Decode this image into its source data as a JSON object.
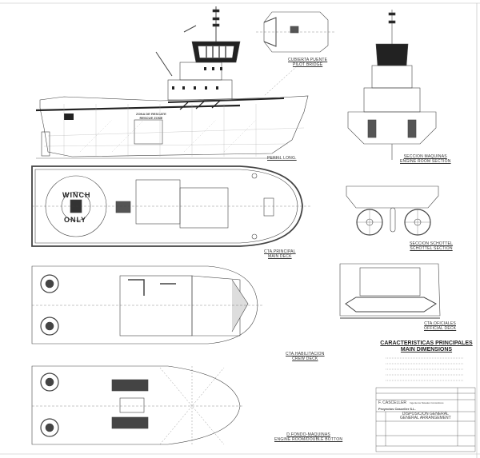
{
  "views": {
    "pilot_bridge": {
      "es": "CUBIERTA PUENTE",
      "en": "PILOT BRIDGE"
    },
    "profile": {
      "es": "PERFIL LONG."
    },
    "rescue_zone": {
      "es": "ZONA DE RESCATE",
      "en": "RESCUE ZONE"
    },
    "engine_section": {
      "es": "SECCION MAQUINAS",
      "en": "ENGINE ROOM SECTION"
    },
    "main_deck": {
      "es": "CTA.PRINCIPAL",
      "en": "MAIN DECK"
    },
    "schottel_section": {
      "es": "SECCION SCHOTTEL",
      "en": "SCHOTTEL SECTION"
    },
    "official_deck": {
      "es": "CTA.OFICIALES",
      "en": "OFFICIAL DECK"
    },
    "crew_deck": {
      "es": "CTA.HABILITACION",
      "en": "CREW DECK"
    },
    "double_bottom": {
      "es": "D.FONDO-MAQUINAS",
      "en": "ENGINE ROOM/DOUBLE BOTTON"
    }
  },
  "helideck": {
    "top": "WINCH",
    "bottom": "ONLY"
  },
  "dimensions": {
    "title_es": "CARACTERISTICAS PRINCIPALES",
    "title_en": "MAIN DIMENSIONS"
  },
  "title_block": {
    "firm": "F. CASCELLER",
    "firm_sub": "Ingenieros Navales Consultores",
    "company": "Proyectos Casceller S.L.",
    "drawing_es": "DISPOSICION GENERAL",
    "drawing_en": "GENERAL ARRANGEMENT"
  },
  "colors": {
    "line": "#333333",
    "background": "#ffffff",
    "fill_dark": "#222222"
  }
}
